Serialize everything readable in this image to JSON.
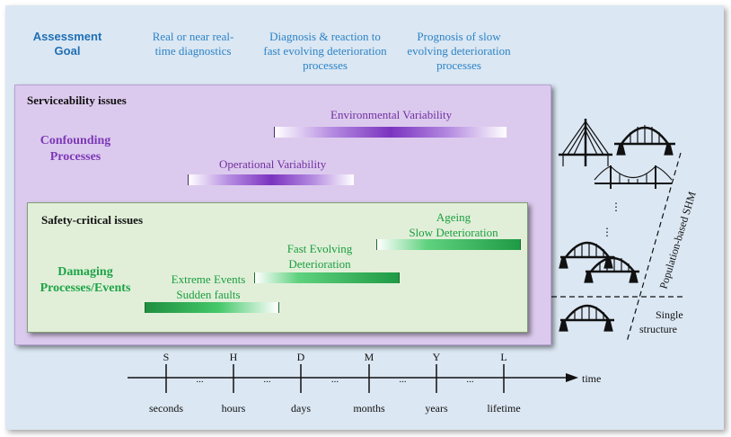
{
  "header": {
    "goal": "Assessment Goal",
    "col1": "Real or near real-time diagnostics",
    "col2": "Diagnosis & reaction to fast evolving deterioration processes",
    "col3": "Prognosis of slow evolving deterioration processes"
  },
  "serviceability": {
    "title": "Serviceability issues",
    "confounding": "Confounding Processes",
    "env_label": "Environmental Variability",
    "op_label": "Operational Variability"
  },
  "safety": {
    "title": "Safety-critical issues",
    "damaging": "Damaging Processes/Events",
    "extreme_line1": "Extreme Events",
    "extreme_line2": "Sudden faults",
    "fast_line1": "Fast Evolving",
    "fast_line2": "Deterioration",
    "ageing_line1": "Ageing",
    "ageing_line2": "Slow Deterioration"
  },
  "timeline": {
    "ticks": [
      {
        "letter": "S",
        "label": "seconds"
      },
      {
        "letter": "H",
        "label": "hours"
      },
      {
        "letter": "D",
        "label": "days"
      },
      {
        "letter": "M",
        "label": "months"
      },
      {
        "letter": "Y",
        "label": "years"
      },
      {
        "letter": "L",
        "label": "lifetime"
      }
    ],
    "ellipsis": "...",
    "axis_label": "time"
  },
  "bridges": {
    "population_label": "Population-based SHM",
    "single_line1": "Single",
    "single_line2": "structure",
    "vdots": "⋮"
  },
  "colors": {
    "background": "#dbe7f3",
    "header_text": "#2c83c6",
    "serviceability_fill": "#dccaee",
    "safety_fill": "#e1efd9",
    "purple": "#7c38b6",
    "green": "#1ea446"
  }
}
